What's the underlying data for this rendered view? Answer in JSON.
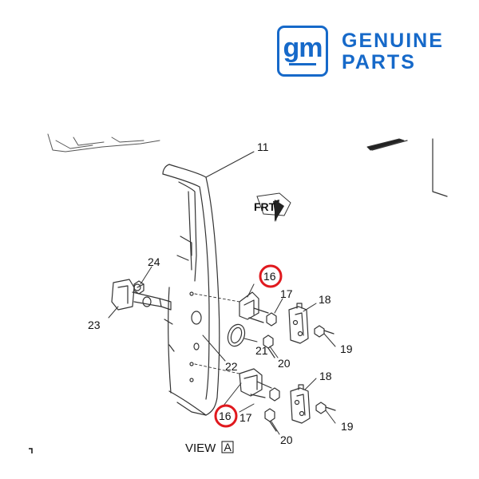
{
  "brand": {
    "logo_text": "gm",
    "line1": "GENUINE",
    "line2": "PARTS",
    "color": "#1669c9"
  },
  "diagram": {
    "callouts": {
      "c11": "11",
      "c24": "24",
      "c23": "23",
      "c16_top": "16",
      "c17_top": "17",
      "c18_top": "18",
      "c19_top": "19",
      "c21": "21",
      "c20_top": "20",
      "c22": "22",
      "c16_bottom": "16",
      "c17_bottom": "17",
      "c18_bottom": "18",
      "c19_bottom": "19",
      "c20_bottom": "20"
    },
    "frt_label": "FRT",
    "view_label": "VIEW",
    "view_letter": "A",
    "highlight_color": "#e0191e"
  }
}
